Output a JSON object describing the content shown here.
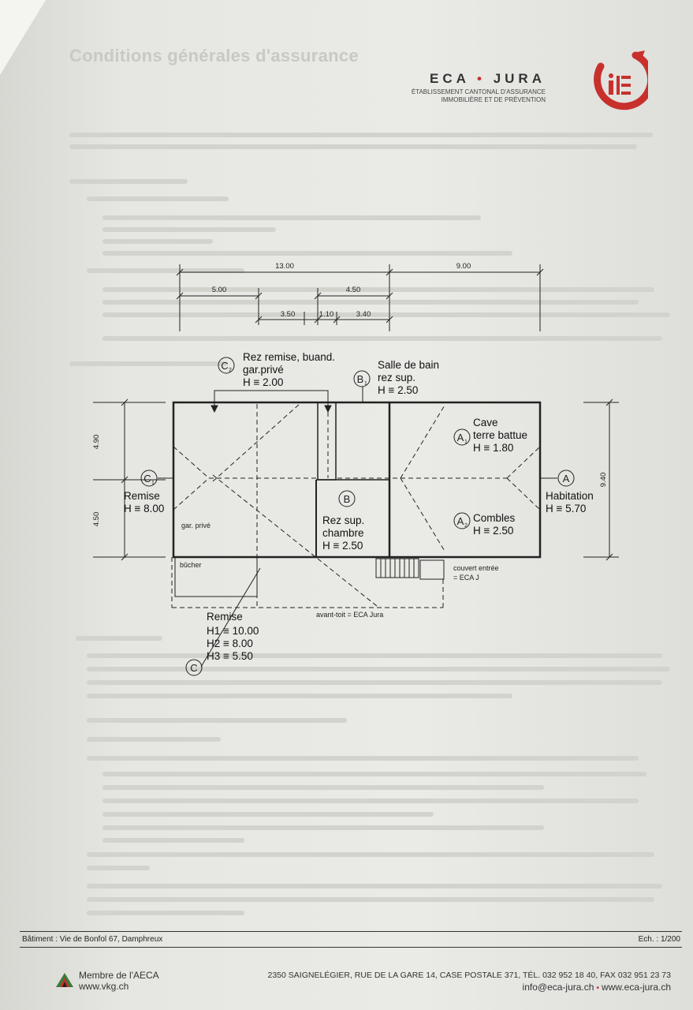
{
  "header": {
    "ghost_title": "Conditions générales d'assurance",
    "logo_text_1": "ECA",
    "logo_dot": "•",
    "logo_text_2": "JURA",
    "logo_sub_1": "ÉTABLISSEMENT CANTONAL D'ASSURANCE",
    "logo_sub_2": "IMMOBILIÈRE ET DE PRÉVENTION"
  },
  "dimensions": {
    "top_total": "13.00",
    "top_right": "9.00",
    "seg_5": "5.00",
    "seg_450": "4.50",
    "seg_350": "3.50",
    "seg_110": "1.10",
    "seg_340": "3.40",
    "left_upper": "4.90",
    "left_lower": "4.50",
    "right_total": "9.40"
  },
  "labels": {
    "c2_marker": "C",
    "c2_sub": "2",
    "c2_line1": "Rez remise, buand.",
    "c2_line2": "gar.privé",
    "c2_height": "H ≡ 2.00",
    "b1_marker": "B",
    "b1_sub": "1",
    "b1_line1": "Salle de bain",
    "b1_line2": "rez sup.",
    "b1_height": "H ≡ 2.50",
    "a1_marker": "A",
    "a1_sub": "1",
    "a1_line1": "Cave",
    "a1_line2": "terre battue",
    "a1_height": "H ≡ 1.80",
    "a2_marker": "A",
    "a2_sub": "2",
    "a2_line1": "Combles",
    "a2_height": "H ≡ 2.50",
    "a_marker": "A",
    "a_line1": "Habitation",
    "a_height": "H ≡ 5.70",
    "c1_marker": "C",
    "c1_sub": "1",
    "c1_line1": "Remise",
    "c1_height": "H ≡ 8.00",
    "b_marker": "B",
    "b_line1": "Rez sup.",
    "b_line2": "chambre",
    "b_height": "H ≡ 2.50",
    "gar_prive": "gar. privé",
    "bucher": "bûcher",
    "couvert_1": "couvert entrée",
    "couvert_2": "= ECA J",
    "avant_toit": "avant-toit = ECA Jura",
    "c_marker": "C",
    "c_line1": "Remise",
    "c_h1": "H1 ≡ 10.00",
    "c_h2": "H2 ≡ 8.00",
    "c_h3": "H3 ≡ 5.50"
  },
  "footer": {
    "batiment": "Bâtiment : Vie de Bonfol 67, Damphreux",
    "scale": "Ech. : 1/200",
    "aeca_line1": "Membre de l'AECA",
    "aeca_line2": "www.vkg.ch",
    "address": "2350 SAIGNELÉGIER, RUE DE LA GARE 14, CASE POSTALE 371, TÉL. 032 952 18 40, FAX 032 951 23 73",
    "email": "info@eca-jura.ch",
    "bullet": "•",
    "website": "www.eca-jura.ch"
  },
  "colors": {
    "brand_red": "#c8302c",
    "ink": "#222222"
  }
}
